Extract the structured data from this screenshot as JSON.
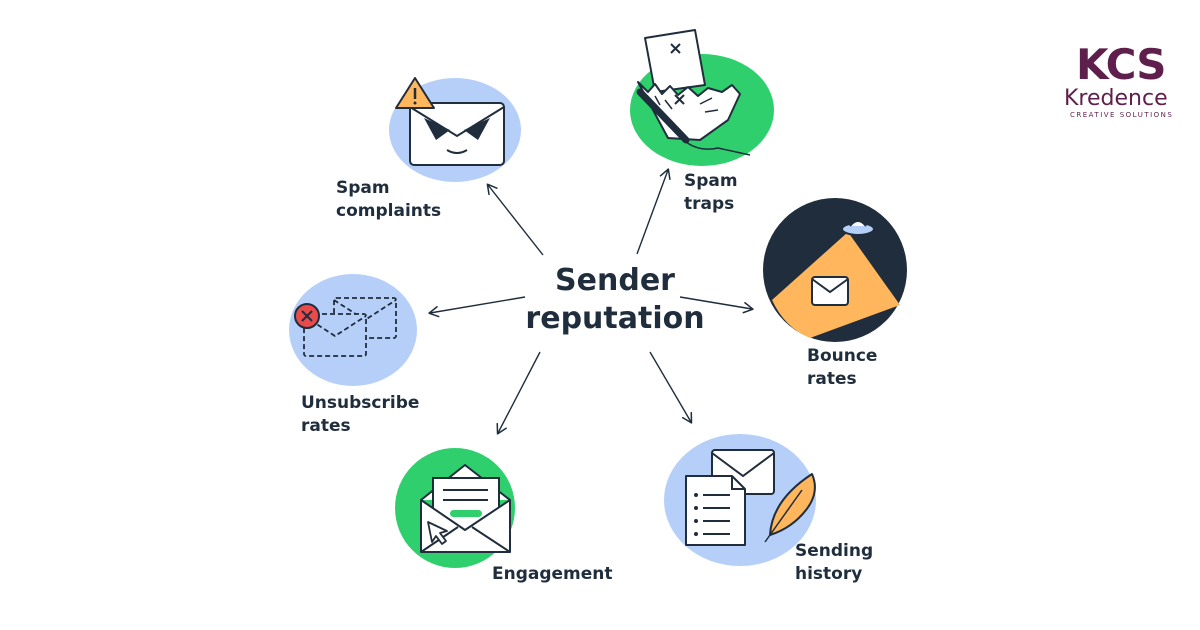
{
  "center": {
    "line1": "Sender",
    "line2": "reputation"
  },
  "nodes": {
    "spam_complaints": {
      "line1": "Spam",
      "line2": "complaints",
      "icon": "angry-envelope-warning-icon"
    },
    "spam_traps": {
      "line1": "Spam",
      "line2": "traps",
      "icon": "torn-envelope-trap-icon"
    },
    "bounce_rates": {
      "line1": "Bounce",
      "line2": "rates",
      "icon": "ufo-envelope-icon"
    },
    "sending_history": {
      "line1": "Sending",
      "line2": "history",
      "icon": "letters-quill-icon"
    },
    "engagement": {
      "line1": "Engagement",
      "icon": "open-envelope-cursor-icon"
    },
    "unsubscribe_rates": {
      "line1": "Unsubscribe",
      "line2": "rates",
      "icon": "dashed-envelopes-x-icon"
    }
  },
  "logo": {
    "mark": "KCS",
    "name": "Kredence",
    "tagline": "CREATIVE SOLUTIONS"
  },
  "colors": {
    "blue_blob": "#b5cff9",
    "green_blob": "#2fcf6e",
    "navy": "#1f2d3d",
    "orange": "#ffb65c",
    "red": "#e94b4b",
    "brand": "#5e1f4c"
  }
}
